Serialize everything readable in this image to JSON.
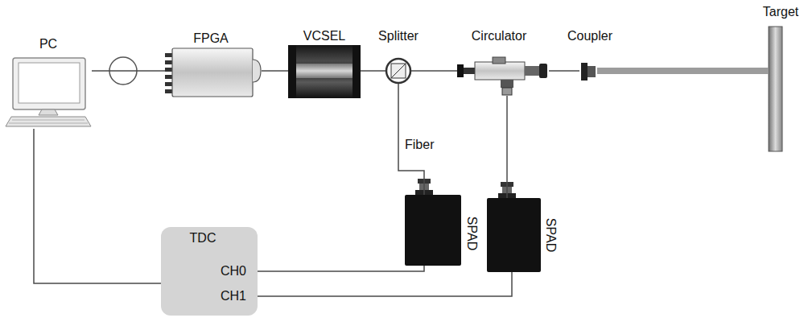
{
  "diagram": {
    "nodes": [
      {
        "text": [
          "PC"
        ]
      },
      {
        "text": [
          "FPGA"
        ]
      },
      {
        "text": [
          "VCSEL"
        ]
      },
      {
        "text": [
          "Splitter"
        ]
      },
      {
        "text": [
          "Circulator"
        ]
      },
      {
        "text": [
          "Coupler"
        ]
      },
      {
        "text": [
          "Target"
        ]
      },
      {
        "text": [
          "SPAD"
        ]
      },
      {
        "text": [
          "SPAD"
        ]
      },
      {
        "text": [
          "TDC",
          "CH0",
          "CH1"
        ]
      }
    ],
    "edges": [
      {
        "from": 0,
        "to": 1,
        "arrow": "none"
      },
      {
        "from": 1,
        "to": 2,
        "arrow": "none"
      },
      {
        "from": 2,
        "to": 3,
        "arrow": "none"
      },
      {
        "from": 3,
        "to": 4,
        "arrow": "none"
      },
      {
        "from": 4,
        "to": 5,
        "arrow": "none"
      },
      {
        "from": 5,
        "to": 6,
        "arrow": "none"
      },
      {
        "from": 3,
        "to": 7,
        "label": "Fiber",
        "arrow": "none"
      },
      {
        "from": 4,
        "to": 8,
        "arrow": "none"
      },
      {
        "from": 7,
        "to": 9,
        "arrow": "none"
      },
      {
        "from": 8,
        "to": 9,
        "arrow": "none"
      },
      {
        "from": 0,
        "to": 9,
        "arrow": "none"
      }
    ]
  }
}
